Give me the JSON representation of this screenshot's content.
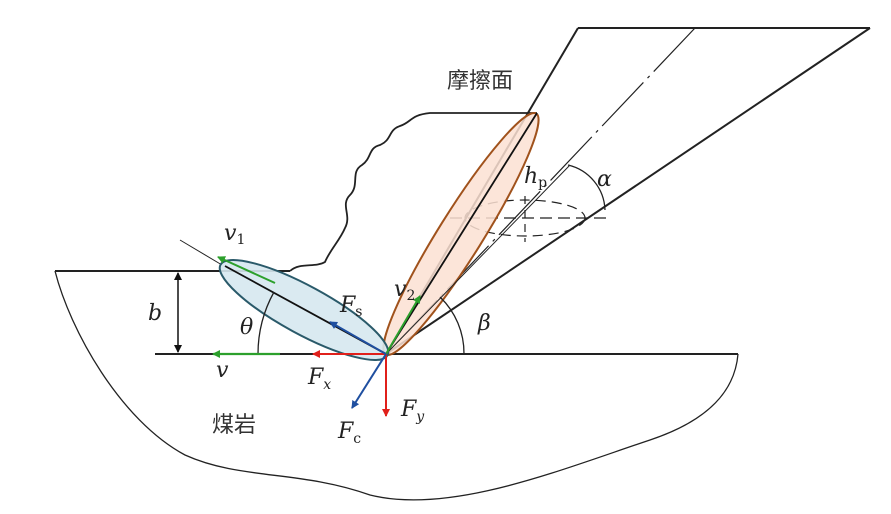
{
  "labels": {
    "friction_surface": "摩擦面",
    "coal_rock": "煤岩",
    "v1": "v",
    "v1_sub": "1",
    "v2": "v",
    "v2_sub": "2",
    "v": "v",
    "b": "b",
    "theta": "θ",
    "beta": "β",
    "alpha": "α",
    "hp": "h",
    "hp_sub": "p",
    "Fs": "F",
    "Fs_sub": "s",
    "Fx": "F",
    "Fx_sub": "x",
    "Fy": "F",
    "Fy_sub": "y",
    "Fc": "F",
    "Fc_sub": "c"
  },
  "colors": {
    "green": "#2ca02c",
    "red": "#e0201b",
    "blue": "#1f4fa0",
    "chip_fill": "#d6e8f0",
    "chip_stroke": "#2a5a6a",
    "zone_fill": "#fbe1d2",
    "zone_stroke": "#a0521c"
  }
}
